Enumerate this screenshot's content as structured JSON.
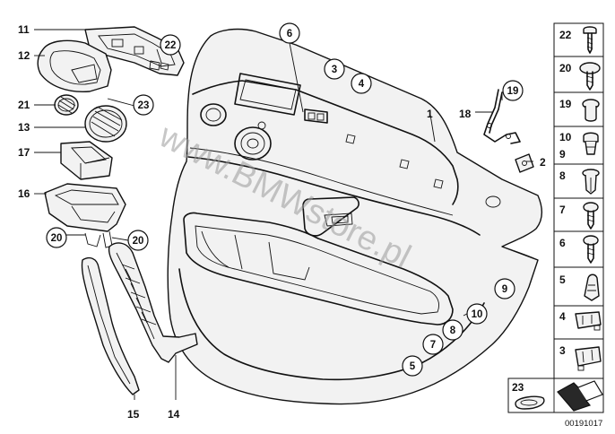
{
  "callouts": {
    "c11": "11",
    "c12": "12",
    "c21": "21",
    "c13": "13",
    "c17": "17",
    "c16": "16",
    "c22": "22",
    "c23": "23",
    "c20a": "20",
    "c20b": "20",
    "c15": "15",
    "c14": "14",
    "c6": "6",
    "c3": "3",
    "c4": "4",
    "c1": "1",
    "c18": "18",
    "c19": "19",
    "c2": "2",
    "c9": "9",
    "c10": "10",
    "c8": "8",
    "c7": "7",
    "c5": "5"
  },
  "parts_column": [
    {
      "label": "22",
      "icon": "screw-icon"
    },
    {
      "label": "20",
      "icon": "rivet-screw-icon"
    },
    {
      "label": "19",
      "icon": "plug-icon"
    },
    {
      "label": "10",
      "icon": "clip-icon",
      "sub": "9"
    },
    {
      "label": "8",
      "icon": "expanding-rivet-icon"
    },
    {
      "label": "7",
      "icon": "screw-icon"
    },
    {
      "label": "6",
      "icon": "screw-icon"
    },
    {
      "label": "5",
      "icon": "clip-nut-icon"
    },
    {
      "label": "4",
      "icon": "bracket-clip-icon"
    },
    {
      "label": "3",
      "icon": "bracket-clip-icon"
    }
  ],
  "bottom_box": {
    "label": "23",
    "icon": "cover-arrow-icon"
  },
  "watermark": "www.BMWstore.pl",
  "diagram_number": "00191017"
}
